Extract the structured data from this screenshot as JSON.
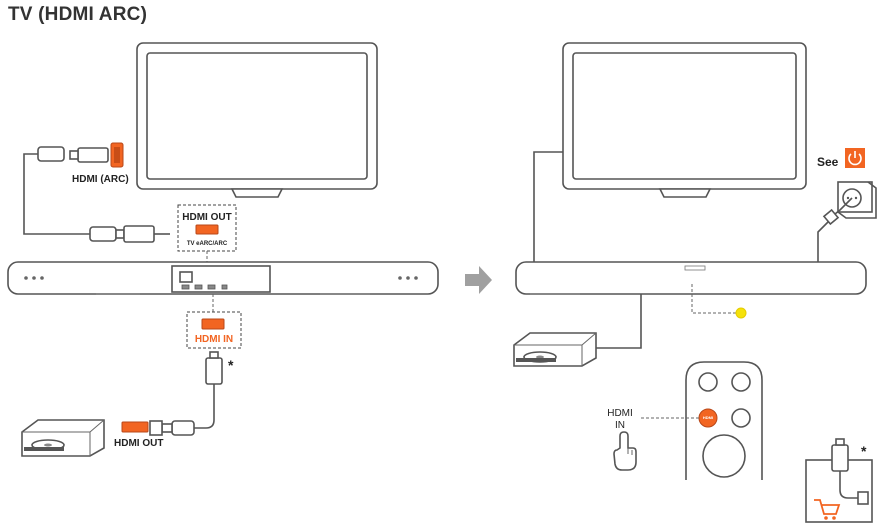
{
  "title": "TV (HDMI ARC)",
  "left_panel": {
    "tv_port_label": "HDMI (ARC)",
    "hdmi_out_box_title": "HDMI OUT",
    "hdmi_out_box_sub": "TV eARC/ARC",
    "hdmi_in_box_title": "HDMI IN",
    "asterisk": "*",
    "player_port_label": "HDMI OUT"
  },
  "right_panel": {
    "see_label": "See",
    "remote_label_line1": "HDMI",
    "remote_label_line2": "IN",
    "remote_button_text": "HDMI",
    "asterisk": "*"
  },
  "colors": {
    "accent_orange": "#f26522",
    "stroke_gray": "#555555",
    "indicator_yellow": "#f5e20a",
    "arrow_gray": "#a0a0a0"
  },
  "icons": [
    "power-icon",
    "cart-icon",
    "hand-pointer-icon",
    "arrow-right-icon"
  ]
}
